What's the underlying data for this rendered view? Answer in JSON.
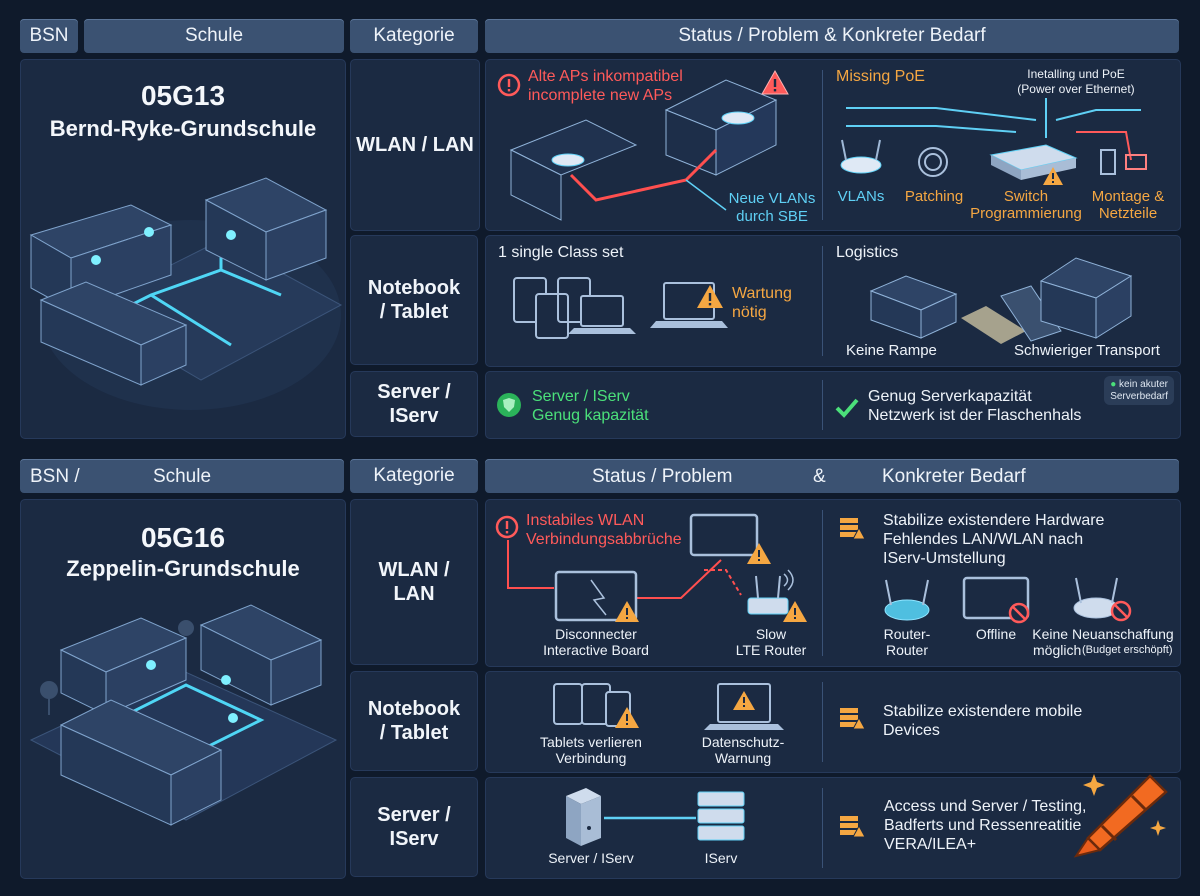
{
  "headers_top": {
    "bsn": "BSN",
    "schule": "Schule",
    "kategorie": "Kategorie",
    "status": "Status / Problem & Konkreter Bedarf"
  },
  "headers_bottom": {
    "bsn": "BSN /",
    "schule": "Schule",
    "kategorie": "Kategorie",
    "status_left": "Status / Problem",
    "amp": "&",
    "status_right": "Konkreter Bedarf"
  },
  "school1": {
    "bsn": "05G13",
    "name": "Bernd-Ryke-Grundschule",
    "rows": [
      {
        "category": "WLAN / LAN"
      },
      {
        "category": "Notebook / Tablet"
      },
      {
        "category": "Server / IServ"
      }
    ],
    "wlan": {
      "problem_line1": "Alte APs inkompatibel",
      "problem_line2": "incomplete new APs",
      "vlan_line1": "Neue VLANs",
      "vlan_line2": "durch SBE",
      "missing_poe": "Missing PoE",
      "install_line1": "Inetalling und PoE",
      "install_line2": "(Power over Ethernet)",
      "items": [
        "VLANs",
        "Patching",
        "Switch Programmierung",
        "Montage & Netzteile"
      ]
    },
    "notebook": {
      "class_set": "1 single Class set",
      "wartung_line1": "Wartung",
      "wartung_line2": "nötig",
      "logistics": "Logistics",
      "keine_rampe": "Keine Rampe",
      "transport": "Schwieriger Transport"
    },
    "server": {
      "status_line1": "Server / IServ",
      "status_line2": "Genug kapazität",
      "need_line1": "Genug Serverkapazität",
      "need_line2": "Netzwerk ist der Flaschenhals",
      "badge_line1": "kein akuter",
      "badge_line2": "Serverbedarf"
    }
  },
  "school2": {
    "bsn": "05G16",
    "name": "Zeppelin-Grundschule",
    "rows": [
      {
        "category": "WLAN / LAN"
      },
      {
        "category": "Notebook / Tablet"
      },
      {
        "category": "Server / IServ"
      }
    ],
    "wlan": {
      "problem_line1": "Instabiles WLAN",
      "problem_line2": "Verbindungsabbrüche",
      "board_line1": "Disconnecter",
      "board_line2": "Interactive Board",
      "router_line1": "Slow",
      "router_line2": "LTE Router",
      "need_line1": "Stabilize existendere Hardware",
      "need_line2": "Fehlendes LAN/WLAN nach",
      "need_line3": "IServ-Umstellung",
      "item1_line1": "Router-",
      "item1_line2": "Router",
      "item2": "Offline",
      "item3_line1": "Keine Neuanschaffung",
      "item3_line2": "möglich",
      "item3_note": "(Budget erschöpft)"
    },
    "notebook": {
      "tablets_line1": "Tablets verlieren",
      "tablets_line2": "Verbindung",
      "privacy_line1": "Datenschutz-",
      "privacy_line2": "Warnung",
      "need_line1": "Stabilize existendere mobile",
      "need_line2": "Devices"
    },
    "server": {
      "server_label": "Server / IServ",
      "iserv_label": "IServ",
      "need_line1": "Access und Server / Testing,",
      "need_line2": "Badferts und Ressenreatitie",
      "need_line3": "VERA/ILEA+"
    }
  },
  "colors": {
    "background": "#0f1a2b",
    "panel": "#1b2a42",
    "header": "#3b5272",
    "red": "#ff5a5a",
    "orange": "#f5a742",
    "green": "#4be07a",
    "cyan": "#5fd0f5"
  },
  "icons": [
    "warning-icon",
    "error-icon",
    "check-icon",
    "shield-icon",
    "access-point-icon",
    "switch-icon",
    "cable-icon",
    "building-icon",
    "laptop-icon",
    "tablet-icon",
    "server-icon",
    "router-icon",
    "no-entry-icon",
    "crayon-logo-icon"
  ]
}
